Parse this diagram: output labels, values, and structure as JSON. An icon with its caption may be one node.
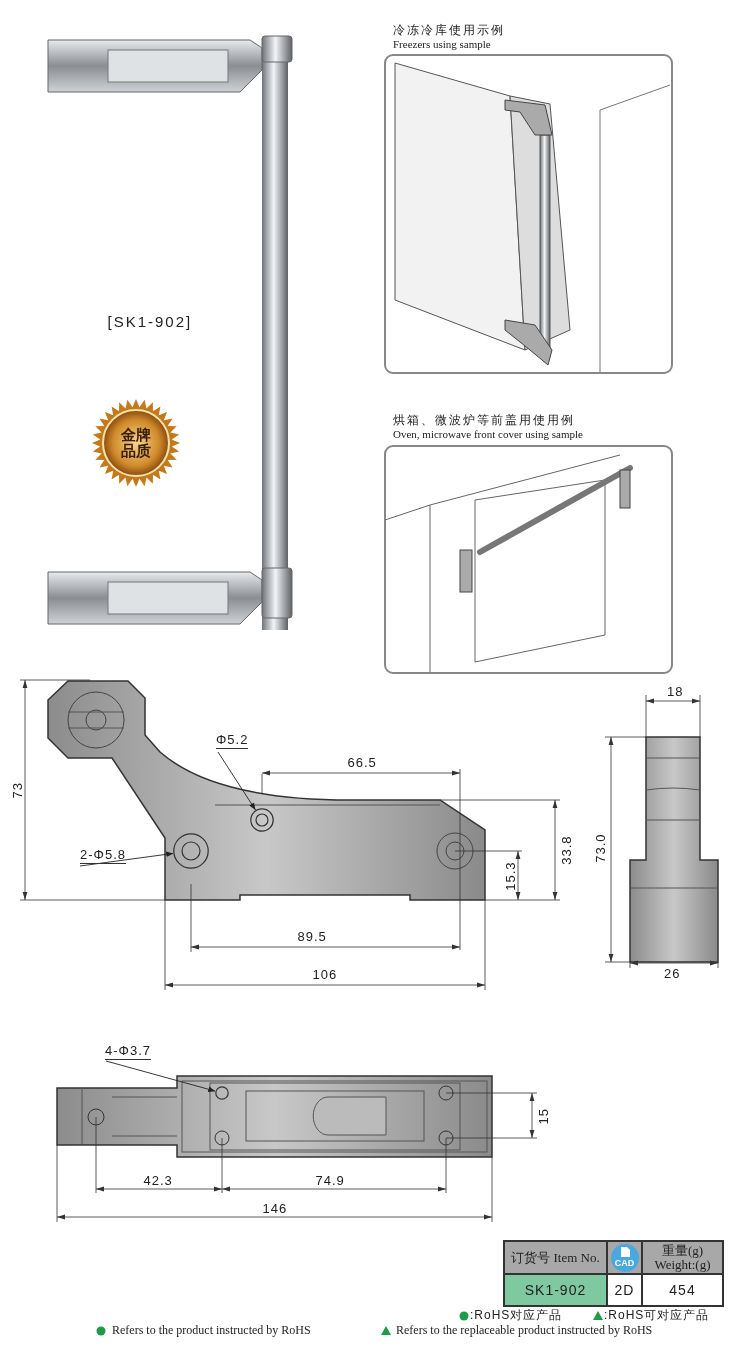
{
  "diagram": {
    "nodes": [
      {
        "text": [
          "Φ5.2"
        ]
      },
      {
        "text": [],
        "shape": "circle"
      },
      {
        "text": [
          "2-Φ5.8"
        ]
      },
      {
        "text": [],
        "shape": "circle"
      },
      {
        "text": [
          "4-Φ3.7"
        ]
      },
      {
        "text": [],
        "shape": "circle"
      }
    ],
    "edges": [
      {
        "from": 0,
        "to": 1,
        "arrow": "to"
      },
      {
        "from": 2,
        "to": 3,
        "arrow": "to"
      },
      {
        "from": 4,
        "to": 5,
        "arrow": "to"
      }
    ],
    "labels": [
      "[SK1-902]",
      "冷冻冷库使用示例",
      "Freezers using sample",
      "金牌品质",
      "烘箱、微波炉等前盖用使用例",
      "Oven, microwave front cover using sample",
      "73",
      "66.5",
      "33.8",
      "15.3",
      "89.5",
      "106",
      "18",
      "73.0",
      "26",
      "15",
      "42.3",
      "74.9",
      "146",
      "订货号 Item No.",
      "CAD",
      "重量(g) Weight:(g)",
      "SK1-902",
      "2D",
      "454",
      ":RoHS对应产品",
      ":RoHS可对应产品",
      "Refers to the product instructed by RoHS",
      "Refers to the replaceable product instructed by RoHS"
    ]
  }
}
